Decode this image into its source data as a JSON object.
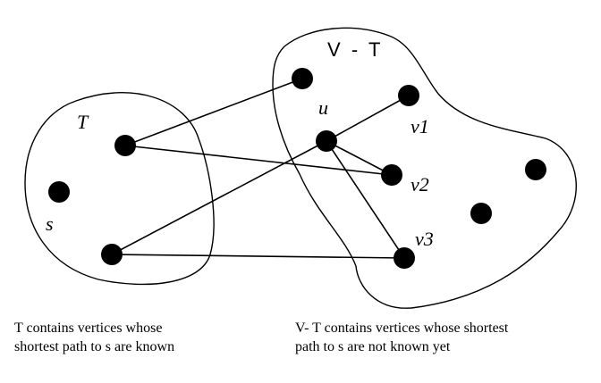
{
  "regions": {
    "T": {
      "label": "T"
    },
    "VT": {
      "label": "V  -  T"
    }
  },
  "vertex_labels": {
    "s": "s",
    "u": "u",
    "v1": "v1",
    "v2": "v2",
    "v3": "v3"
  },
  "captions": {
    "left_line1": "T contains vertices whose",
    "left_line2": "shortest path to s are known",
    "right_line1": "V- T contains vertices whose shortest",
    "right_line2": "path to s are not known yet"
  }
}
